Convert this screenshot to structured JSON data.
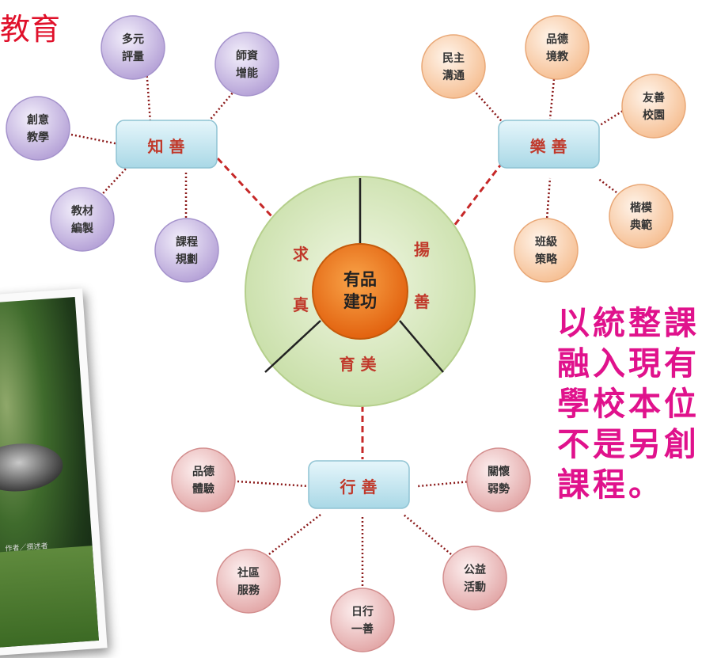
{
  "title_fragment": "教育",
  "center": {
    "core": [
      "有品",
      "建功"
    ],
    "left": [
      "求",
      "真"
    ],
    "right": [
      "揚",
      "善"
    ],
    "bottom": "育 美"
  },
  "hubs": {
    "zhi": {
      "label": "知 善",
      "color": "#cfeaf3",
      "satellite_color": "#b9a7d9",
      "satellites": [
        [
          "多元",
          "評量"
        ],
        [
          "師資",
          "增能"
        ],
        [
          "創意",
          "教學"
        ],
        [
          "教材",
          "編製"
        ],
        [
          "課程",
          "規劃"
        ]
      ]
    },
    "le": {
      "label": "樂 善",
      "color": "#cfeaf3",
      "satellite_color": "#f7c7a0",
      "satellites": [
        [
          "民主",
          "溝通"
        ],
        [
          "品德",
          "境教"
        ],
        [
          "友善",
          "校園"
        ],
        [
          "楷模",
          "典範"
        ],
        [
          "班級",
          "策略"
        ]
      ]
    },
    "xing": {
      "label": "行 善",
      "color": "#cfeaf3",
      "satellite_color": "#e9b0b0",
      "satellites": [
        [
          "品德",
          "體驗"
        ],
        [
          "關懷",
          "弱勢"
        ],
        [
          "社區",
          "服務"
        ],
        [
          "公益",
          "活動"
        ],
        [
          "日行",
          "一善"
        ]
      ]
    }
  },
  "side_text": [
    "以統整課",
    "融入現有",
    "學校本位",
    "不是另創",
    "課程。"
  ],
  "photo_caption": "作者／撰述者",
  "colors": {
    "title": "#e0102a",
    "side_text": "#e0128c",
    "hub_text": "#c0392b",
    "connector": "#c62828",
    "circle_outer": "#dcebc4",
    "circle_core": "#f07d1a"
  }
}
